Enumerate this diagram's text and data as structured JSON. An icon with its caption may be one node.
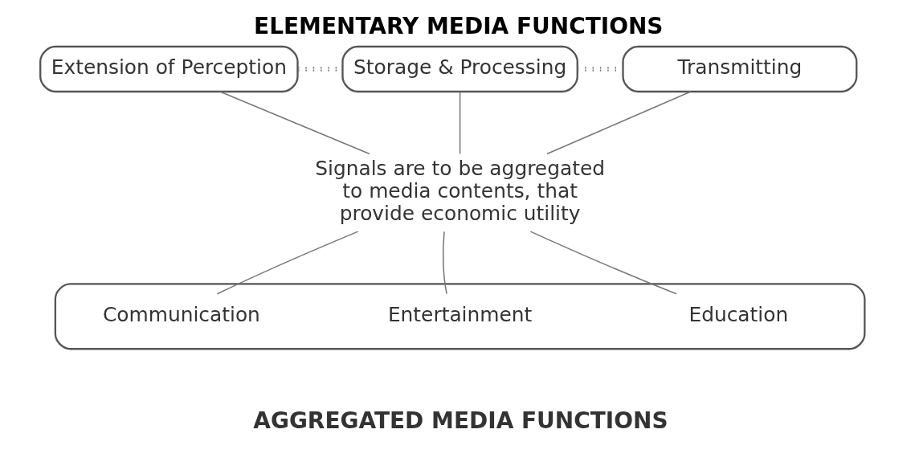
{
  "diagram": {
    "title": "ELEMENTARY MEDIA FUNCTIONS",
    "caption": "AGGREGATED MEDIA FUNCTIONS",
    "nodes": [
      {
        "text": [
          "Extension of Perception"
        ]
      },
      {
        "text": [
          "Storage & Processing"
        ]
      },
      {
        "text": [
          "Transmitting"
        ]
      },
      {
        "text": [
          "Signals are to be aggregated to media contents, that provide economic utility"
        ]
      },
      {
        "text": [],
        "shape": "bar"
      },
      {
        "text": [
          "Communication"
        ],
        "in": 4
      },
      {
        "text": [
          "Entertainment"
        ],
        "in": 4
      },
      {
        "text": [
          "Education"
        ],
        "in": 4
      }
    ],
    "edges": [
      {
        "from": 0,
        "to": 1,
        "arrow": "none",
        "style": "dashed"
      },
      {
        "from": 1,
        "to": 2,
        "arrow": "none",
        "style": "dashed"
      },
      {
        "from": 0,
        "to": 3,
        "arrow": "none"
      },
      {
        "from": 1,
        "to": 3,
        "arrow": "none"
      },
      {
        "from": 2,
        "to": 3,
        "arrow": "none"
      },
      {
        "from": 5,
        "to": 3,
        "arrow": "none"
      },
      {
        "from": 6,
        "to": 3,
        "arrow": "none"
      },
      {
        "from": 7,
        "to": 3,
        "arrow": "none"
      }
    ]
  }
}
